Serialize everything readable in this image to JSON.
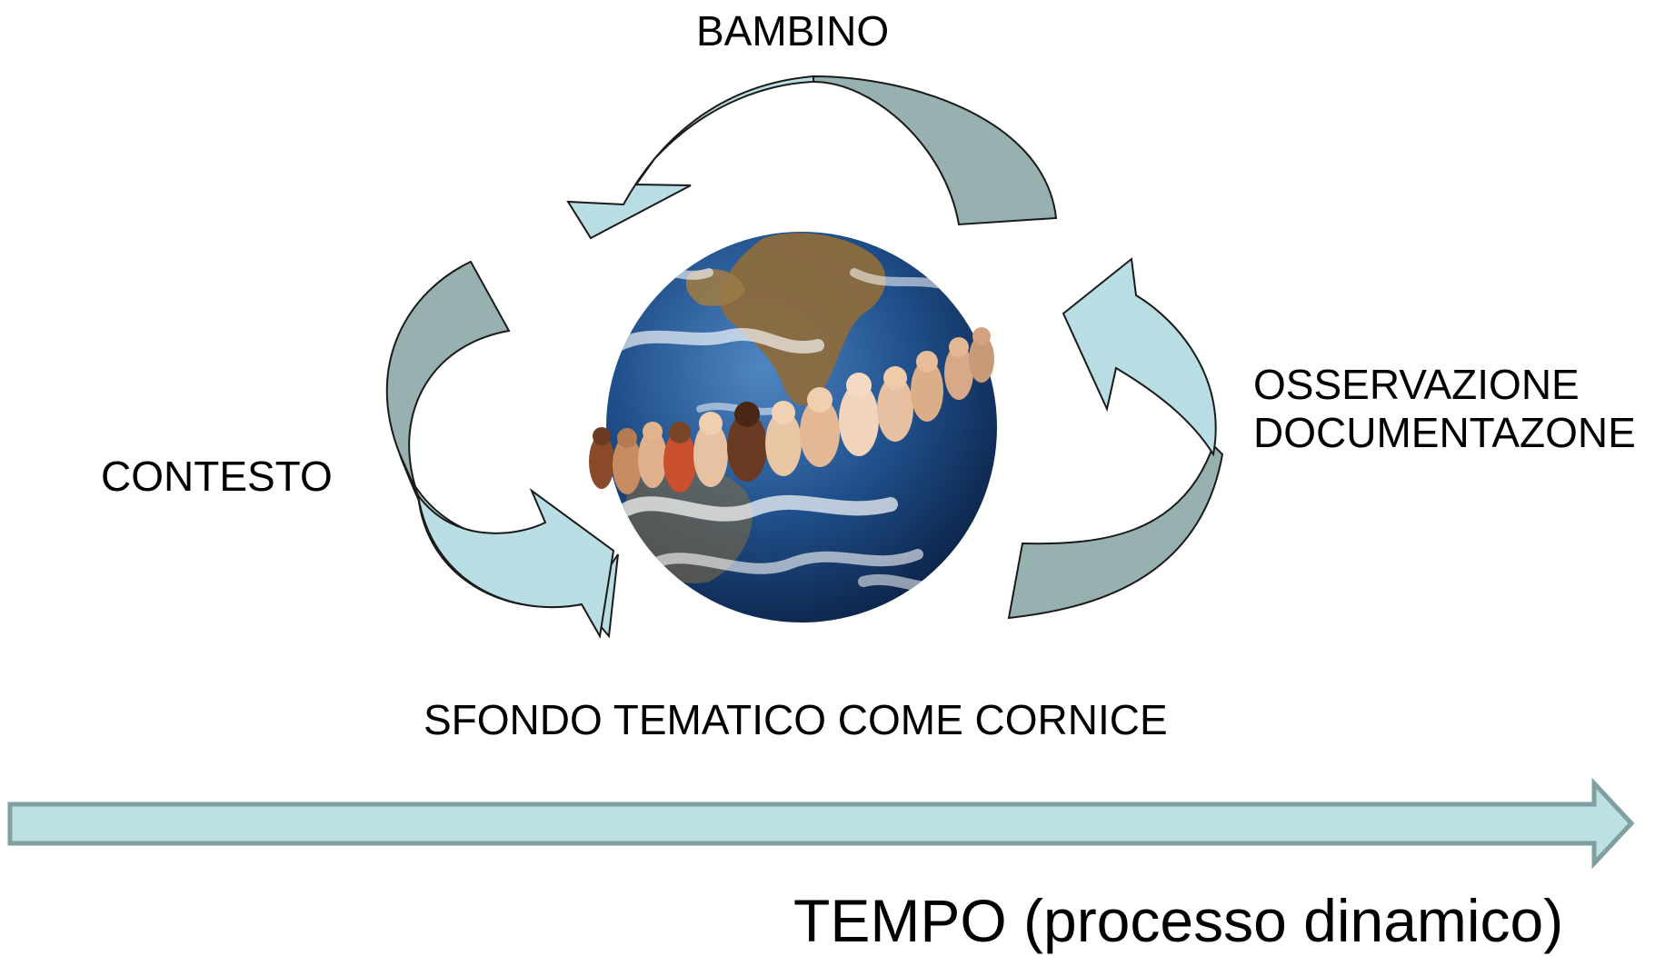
{
  "labels": {
    "bambino": "BAMBINO",
    "contesto": "CONTESTO",
    "osservazione_line1": "OSSERVAZIONE",
    "osservazione_line2": "DOCUMENTAZONE",
    "sfondo": "SFONDO TEMATICO COME CORNICE",
    "tempo": "TEMPO (processo dinamico)"
  },
  "colors": {
    "arrow_light": "#b8dde2",
    "arrow_dark": "#97b0b0",
    "outline": "#1a1a1a",
    "time_arrow_fill": "#bde0e3",
    "time_arrow_stroke": "#7f9fa3",
    "ocean": "#1f4f8a",
    "land": "#8a6a3c",
    "clouds": "#ffffff"
  },
  "icons": {
    "center_image": "earth-globe-with-babies-image"
  }
}
